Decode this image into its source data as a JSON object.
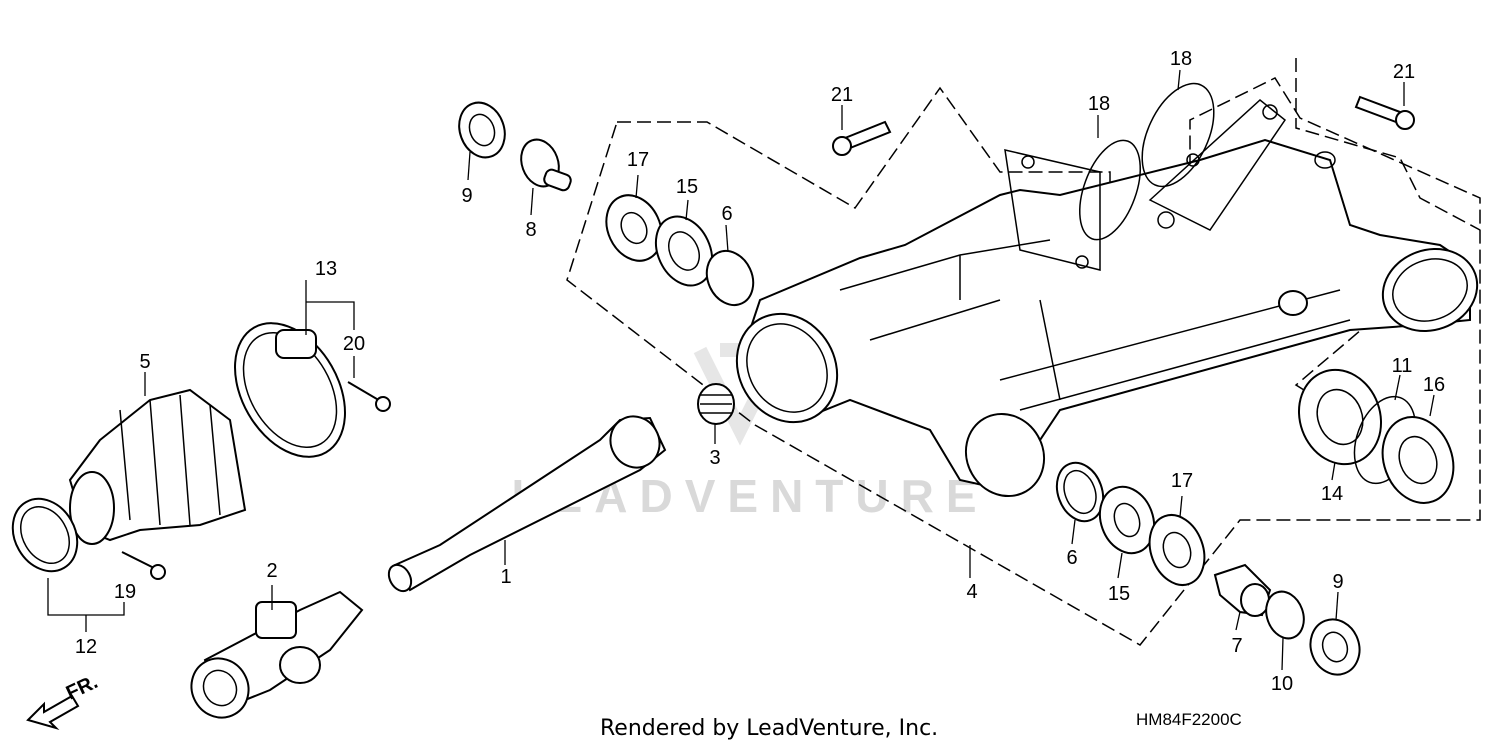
{
  "diagram": {
    "callouts": {
      "c1": "1",
      "c2": "2",
      "c3": "3",
      "c4": "4",
      "c5": "5",
      "c6a": "6",
      "c6b": "6",
      "c7": "7",
      "c8": "8",
      "c9a": "9",
      "c9b": "9",
      "c10": "10",
      "c11": "11",
      "c12": "12",
      "c13": "13",
      "c14": "14",
      "c15a": "15",
      "c15b": "15",
      "c16": "16",
      "c17a": "17",
      "c17b": "17",
      "c18a": "18",
      "c18b": "18",
      "c19": "19",
      "c20": "20",
      "c21a": "21",
      "c21b": "21"
    },
    "direction_label": "FR.",
    "watermark": "LEADVENTURE"
  },
  "footer": {
    "credit": "Rendered by LeadVenture, Inc.",
    "diagram_code": "HM84F2200C"
  }
}
